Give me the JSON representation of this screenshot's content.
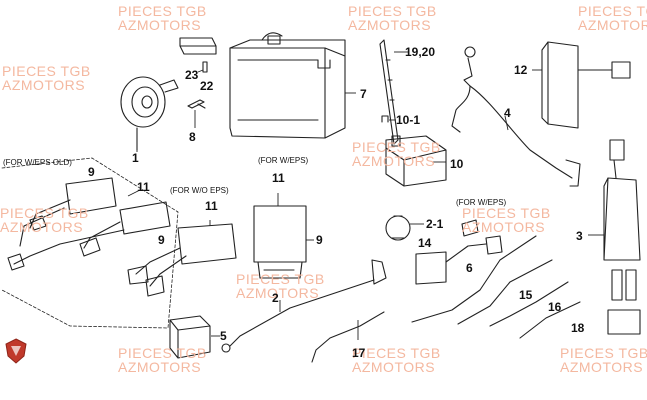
{
  "watermark": {
    "line1": "PIECES TGB",
    "line2": "AZMOTORS"
  },
  "brand_color": "#c0392b",
  "notes": {
    "eps_old": "(FOR W/EPS OLD)",
    "wo_eps": "(FOR W/O EPS)",
    "w_eps_mid": "(FOR W/EPS)",
    "w_eps_right": "(FOR W/EPS)"
  },
  "labels": {
    "p1": "1",
    "p2": "2",
    "p2_1": "2-1",
    "p3": "3",
    "p4": "4",
    "p5": "5",
    "p6": "6",
    "p7": "7",
    "p8": "8",
    "p9a": "9",
    "p9b": "9",
    "p9c": "9",
    "p10": "10",
    "p10_1": "10-1",
    "p11a": "11",
    "p11b": "11",
    "p11c": "11",
    "p12": "12",
    "p14": "14",
    "p15": "15",
    "p16": "16",
    "p17": "17",
    "p18": "18",
    "p19_20": "19,20",
    "p22": "22",
    "p23": "23"
  }
}
